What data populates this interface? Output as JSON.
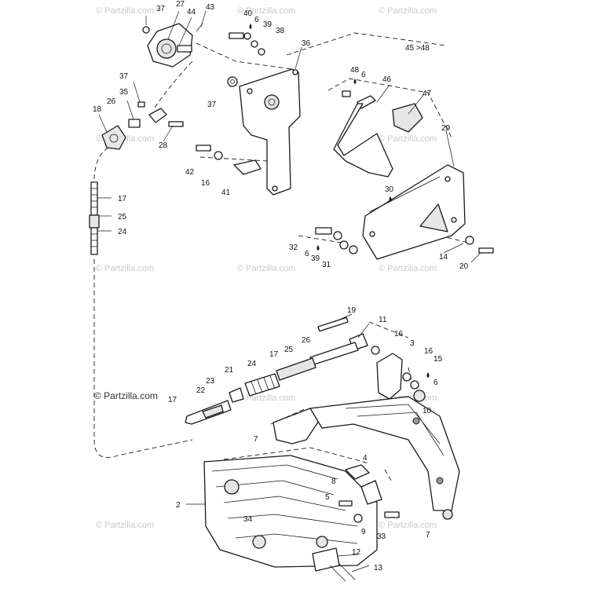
{
  "watermarks": {
    "faint": "© Partzilla.com",
    "main": "© Partzilla.com"
  },
  "callouts": {
    "c37a": "37",
    "c27": "27",
    "c44": "44",
    "c43": "43",
    "c40": "40",
    "c6a": "6",
    "c39a": "39",
    "c38": "38",
    "c36": "36",
    "c37b": "37",
    "c35": "35",
    "c18": "18",
    "c26a": "26",
    "c37c": "37",
    "c28": "28",
    "c42": "42",
    "c16a": "16",
    "c41": "41",
    "c45_48": "45 >48",
    "c48": "48",
    "c6b": "6",
    "c46": "46",
    "c47": "47",
    "c29": "29",
    "c30": "30",
    "c17a": "17",
    "c25a": "25",
    "c24a": "24",
    "c32": "32",
    "c6c": "6",
    "c39b": "39",
    "c31": "31",
    "c14": "14",
    "c20": "20",
    "c19": "19",
    "c11": "11",
    "c16b": "16",
    "c3": "3",
    "c26b": "26",
    "c25b": "25",
    "c17b": "17",
    "c16c": "16",
    "c15": "15",
    "c6d": "6",
    "c21": "21",
    "c24b": "24",
    "c23": "23",
    "c22": "22",
    "c17c": "17",
    "c10": "10",
    "c7a": "7",
    "c4": "4",
    "c8": "8",
    "c5": "5",
    "c2": "2",
    "c34": "34",
    "c9": "9",
    "c33": "33",
    "c7b": "7",
    "c12": "12",
    "c13": "13"
  }
}
